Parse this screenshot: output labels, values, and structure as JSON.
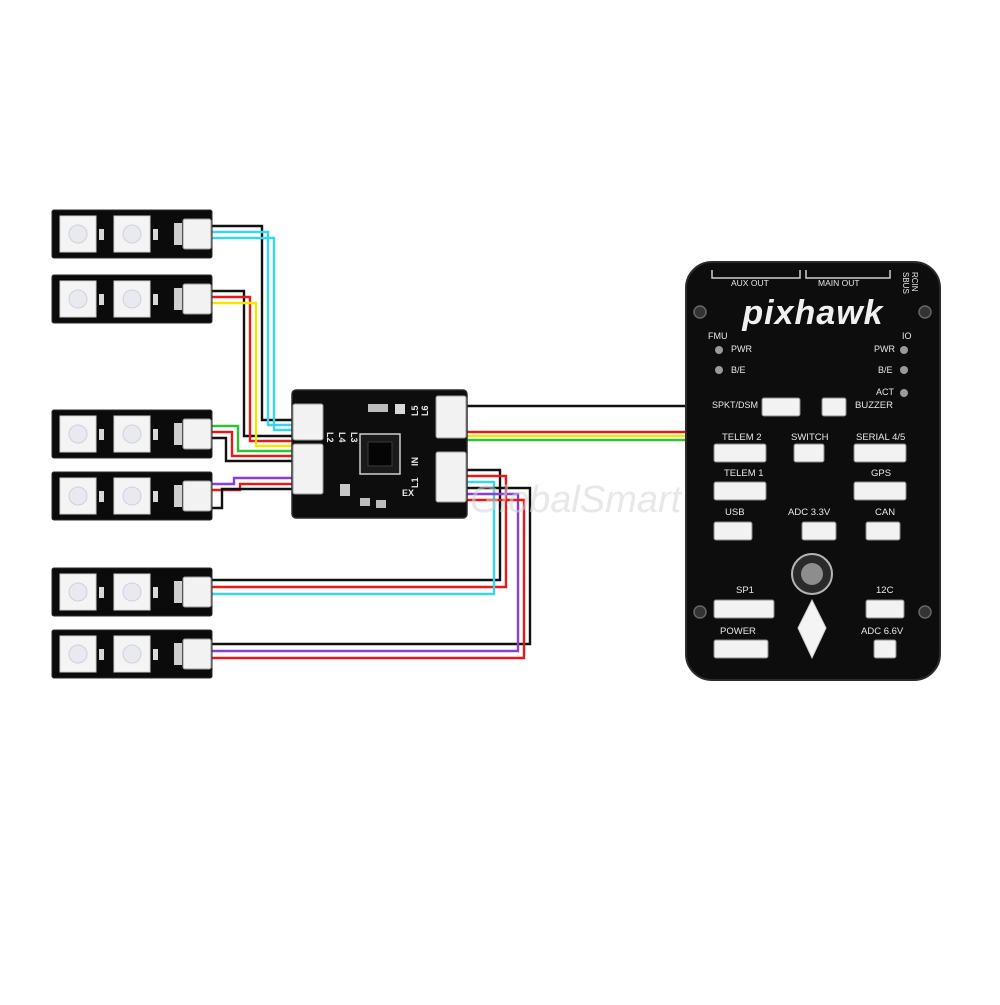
{
  "controller": {
    "brand": "pixhawk",
    "header_labels": {
      "aux_out": "AUX OUT",
      "main_out": "MAIN OUT",
      "sbus": "SBUS",
      "rcin": "RCIN"
    },
    "status_labels": {
      "fmu": "FMU",
      "pwr_left": "PWR",
      "be_left": "B/E",
      "io": "IO",
      "pwr_right": "PWR",
      "be_right": "B/E",
      "act": "ACT"
    },
    "port_labels": {
      "spkt": "SPKT/DSM",
      "buzzer": "BUZZER",
      "telem2": "TELEM 2",
      "switch": "SWITCH",
      "serial45": "SERIAL 4/5",
      "telem1": "TELEM 1",
      "gps": "GPS",
      "usb": "USB",
      "adc33": "ADC 3.3V",
      "can": "CAN",
      "sp1": "SP1",
      "i2c": "12C",
      "power": "POWER",
      "adc66": "ADC 6.6V"
    }
  },
  "hub": {
    "labels": {
      "l2": "L2",
      "l4": "L4",
      "l3": "L3",
      "l5": "L5",
      "l6": "L6",
      "l1": "L1",
      "in": "IN",
      "ex": "EX"
    }
  },
  "watermark": "GlobalSmart",
  "colors": {
    "background": "#ffffff",
    "board": "#0d0d0d",
    "board_edge": "#2b2b2b",
    "label": "#e8e8e8",
    "connector": "#f2f2f2",
    "wire_black": "#111111",
    "wire_cyan": "#39d4f0",
    "wire_red": "#e31a1a",
    "wire_yellow": "#f2e600",
    "wire_green": "#2ec234",
    "wire_purple": "#8a3fd6",
    "wire_brown": "#a0522d"
  }
}
